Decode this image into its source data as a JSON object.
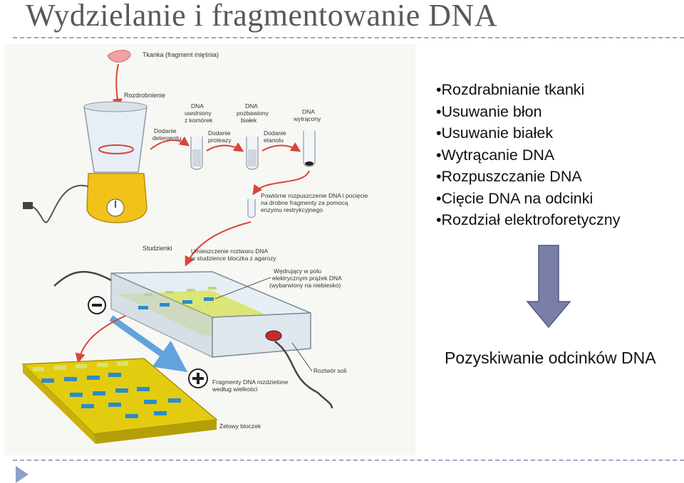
{
  "slide": {
    "title": "Wydzielanie i fragmentowanie DNA",
    "bullets": [
      "•Rozdrabnianie tkanki",
      "•Usuwanie błon",
      "•Usuwanie białek",
      "•Wytrącanie DNA",
      "•Rozpuszczanie DNA",
      "•Cięcie DNA na odcinki",
      "•Rozdział elektroforetyczny"
    ],
    "result": "Pozyskiwanie odcinków DNA",
    "arrow_color": "#7a7fa8"
  },
  "figure": {
    "labels": {
      "tissue": "Tkanka (fragment mięśnia)",
      "grinding": "Rozdrobnienie",
      "detergent": [
        "Dodanie",
        "detergentu"
      ],
      "dna_released": [
        "DNA",
        "uwolniony",
        "z komórek"
      ],
      "protease": [
        "Dodanie",
        "proteazy"
      ],
      "dna_no_protein": [
        "DNA",
        "pozbawiony",
        "białek"
      ],
      "ethanol": [
        "Dodanie",
        "etanolu"
      ],
      "dna_precipitated": [
        "DNA",
        "wytrącony"
      ],
      "redissolve": [
        "Powtórne rozpuszczenie DNA i pocięcie",
        "na drobne fragmenty za pomocą",
        "enzymu restrykcyjnego"
      ],
      "wells": "Studzienki",
      "placement": [
        "Umieszczenie roztworu DNA",
        "w studzience bloczka z agarozy"
      ],
      "band": [
        "Wędrujący w polu",
        "elektrycznym prążek DNA",
        "(wybarwiony na niebiesko)"
      ],
      "salt": "Roztwór soli",
      "fragments": [
        "Fragmenty DNA rozdzielone",
        "według wielkości"
      ],
      "gel_block": "Żelowy bloczek"
    },
    "colors": {
      "yellow": "#f2c21a",
      "gel": "#d9e36a",
      "band": "#2a8ccc",
      "arrow": "#d8453a",
      "flow": "#3d8fd8"
    }
  }
}
